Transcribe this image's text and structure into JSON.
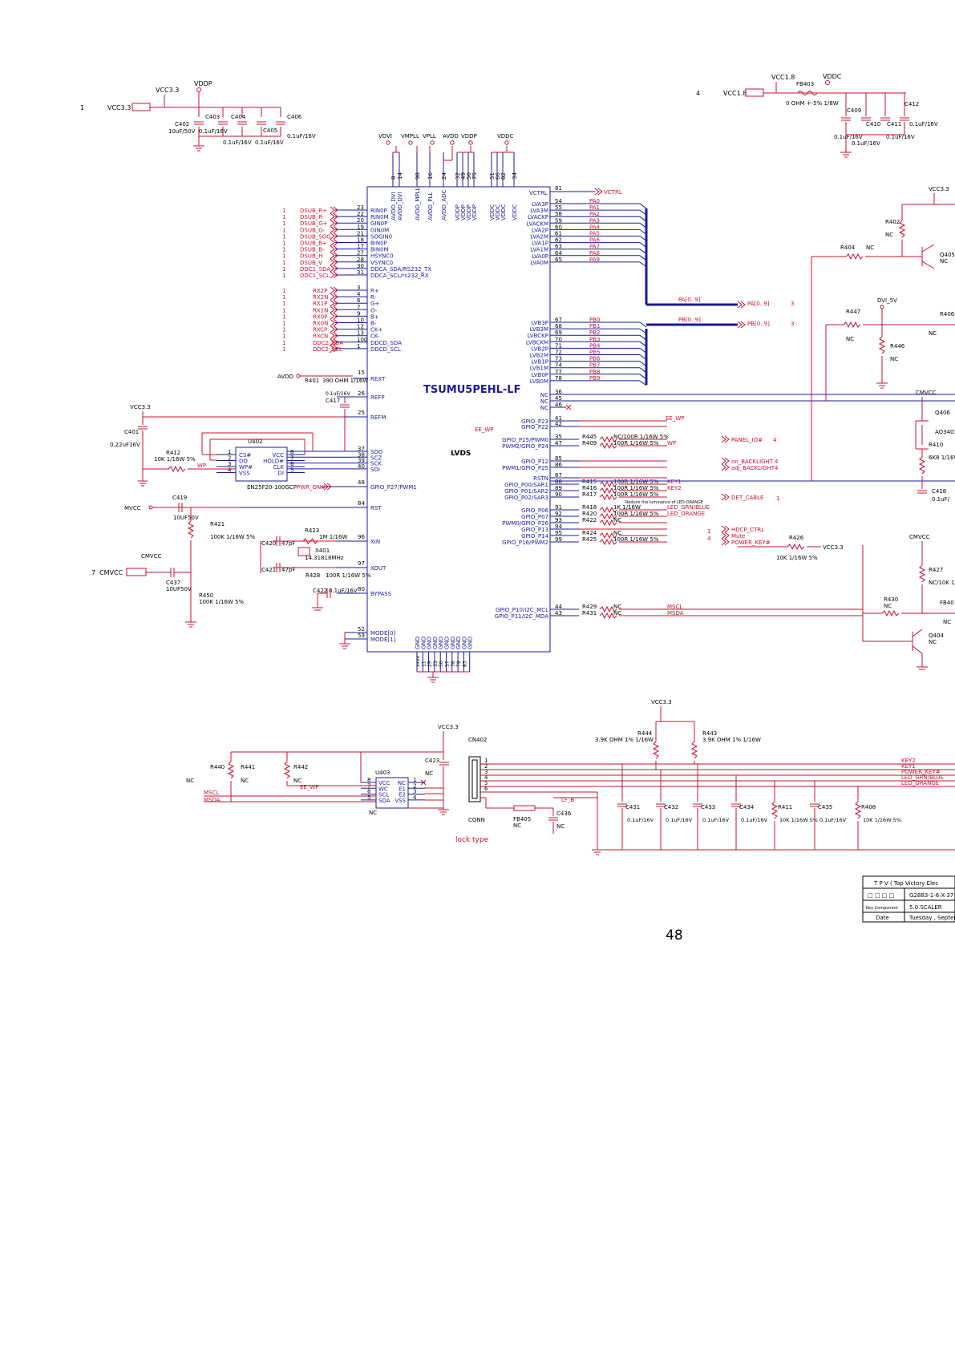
{
  "chip": {
    "name": "TSUMU5PEHL-LF",
    "lvds": "LVDS",
    "left_pins": [
      {
        "num": "23",
        "label": "RIN0P",
        "net": "DSUB_R+"
      },
      {
        "num": "22",
        "label": "RIN0M",
        "net": "DSUB_R-"
      },
      {
        "num": "20",
        "label": "GIN0P",
        "net": "DSUB_G+"
      },
      {
        "num": "19",
        "label": "GIN0M",
        "net": "DSUB_G-"
      },
      {
        "num": "21",
        "label": "SOGIN0",
        "net": "DSUB_SOG"
      },
      {
        "num": "18",
        "label": "BIN0P",
        "net": "DSUB_B+"
      },
      {
        "num": "17",
        "label": "BIN0M",
        "net": "DSUB_B-"
      },
      {
        "num": "27",
        "label": "HSYNC0",
        "net": "DSUB_H"
      },
      {
        "num": "28",
        "label": "VSYNC0",
        "net": "DSUB_V"
      },
      {
        "num": "30",
        "label": "DDCA_SDA/RS232_TX",
        "net": "DDC1_SDA"
      },
      {
        "num": "31",
        "label": "DDCA_SCL/rs232_RX",
        "net": "DDC1_SCL"
      },
      {
        "num": "3",
        "label": "R+",
        "net": "RX2P"
      },
      {
        "num": "4",
        "label": "R-",
        "net": "RX2N"
      },
      {
        "num": "6",
        "label": "G+",
        "net": "RX1P"
      },
      {
        "num": "7",
        "label": "G-",
        "net": "RX1N"
      },
      {
        "num": "9",
        "label": "B+",
        "net": "RX0P"
      },
      {
        "num": "10",
        "label": "B-",
        "net": "RX0N"
      },
      {
        "num": "12",
        "label": "CK+",
        "net": "RXCP"
      },
      {
        "num": "13",
        "label": "CK-",
        "net": "RXCN"
      },
      {
        "num": "100",
        "label": "DDCD_SDA",
        "net": "DDC2_SDA"
      },
      {
        "num": "1",
        "label": "DDCD_SCL",
        "net": "DDC2_SCL"
      }
    ],
    "rext": {
      "num": "15",
      "label": "REXT",
      "net": "AVDD",
      "res": "R401",
      "val": "390 OHM 1/16W"
    },
    "refp": {
      "num": "26",
      "label": "REFP",
      "cap": "C417",
      "val": "0.1uF/16V"
    },
    "refm": {
      "num": "25",
      "label": "REFM"
    },
    "spi_pins": [
      {
        "num": "37",
        "label": "SDO"
      },
      {
        "num": "38",
        "label": "SCZ"
      },
      {
        "num": "39",
        "label": "SCK"
      },
      {
        "num": "40",
        "label": "SDI"
      }
    ],
    "gpio27": {
      "num": "48",
      "label": "GPIO_P27/PWM1",
      "net": "PWR_ON#"
    },
    "rst": {
      "num": "84",
      "label": "RST"
    },
    "xin": {
      "num": "96",
      "label": "XIN"
    },
    "xout": {
      "num": "97",
      "label": "XOUT"
    },
    "bypass": {
      "num": "80",
      "label": "BYPASS"
    },
    "mode": [
      {
        "num": "52",
        "label": "MODE[0]"
      },
      {
        "num": "53",
        "label": "MODE[1]"
      }
    ],
    "top_pins": [
      {
        "num": "8",
        "label": "AVDD_DVI"
      },
      {
        "num": "14",
        "label": "AVDD_DVI"
      },
      {
        "num": "98",
        "label": "AVDD_MPLL"
      },
      {
        "num": "16",
        "label": "AVDD_PLL"
      },
      {
        "num": "24",
        "label": "AVDD_ADC"
      },
      {
        "num": "32",
        "label": "VDDP"
      },
      {
        "num": "49",
        "label": "VDDP"
      },
      {
        "num": "56",
        "label": "VDDP"
      },
      {
        "num": "75",
        "label": "VDDP"
      },
      {
        "num": "51",
        "label": "VDDC"
      },
      {
        "num": "66",
        "label": "VDDC"
      },
      {
        "num": "82",
        "label": "VDDC"
      },
      {
        "num": "34",
        "label": "VDDC"
      }
    ],
    "top_rails": [
      "VDVI",
      "VMPLL",
      "VPLL",
      "AVDD",
      "VDDP",
      "VDDC"
    ],
    "gnd_pins": [
      "GND",
      "GND",
      "GND",
      "GND",
      "GND",
      "GND",
      "GND",
      "GND",
      "GND",
      "GND"
    ],
    "gnd_nums": [
      "xxxx",
      "11",
      "29",
      "33",
      "50",
      "57",
      "76",
      "79",
      "83"
    ],
    "vctrl": {
      "num": "81",
      "label": "VCTRL",
      "net": "VCTRL"
    },
    "lva_pins": [
      {
        "num": "54",
        "label": "LVA3P",
        "net": "PA0"
      },
      {
        "num": "55",
        "label": "LVA3M",
        "net": "PA1"
      },
      {
        "num": "58",
        "label": "LVACKP",
        "net": "PA2"
      },
      {
        "num": "59",
        "label": "LVACKM",
        "net": "PA3"
      },
      {
        "num": "60",
        "label": "LVA2P",
        "net": "PA4"
      },
      {
        "num": "61",
        "label": "LVA2M",
        "net": "PA5"
      },
      {
        "num": "62",
        "label": "LVA1P",
        "net": "PA6"
      },
      {
        "num": "63",
        "label": "LVA1M",
        "net": "PA7"
      },
      {
        "num": "64",
        "label": "LVA0P",
        "net": "PA8"
      },
      {
        "num": "65",
        "label": "LVA0M",
        "net": "PA9"
      }
    ],
    "lvb_pins": [
      {
        "num": "67",
        "label": "LVB3P",
        "net": "PB0"
      },
      {
        "num": "68",
        "label": "LVB3M",
        "net": "PB1"
      },
      {
        "num": "69",
        "label": "LVBCKP",
        "net": "PB2"
      },
      {
        "num": "70",
        "label": "LVBCKM",
        "net": "PB3"
      },
      {
        "num": "71",
        "label": "LVB2P",
        "net": "PB4"
      },
      {
        "num": "72",
        "label": "LVB2M",
        "net": "PB5"
      },
      {
        "num": "73",
        "label": "LVB1P",
        "net": "PB6"
      },
      {
        "num": "74",
        "label": "LVB1M",
        "net": "PB7"
      },
      {
        "num": "77",
        "label": "LVB0P",
        "net": "PB8"
      },
      {
        "num": "78",
        "label": "LVB0M",
        "net": "PB9"
      }
    ],
    "nc_pins": [
      {
        "num": "36",
        "label": "NC"
      },
      {
        "num": "45",
        "label": "NC"
      },
      {
        "num": "46",
        "label": "NC"
      }
    ],
    "gpio_right": [
      {
        "num": "41",
        "label": "GPIO_P23",
        "net": "EE_WP",
        "res": "",
        "val": ""
      },
      {
        "num": "42",
        "label": "GPIO_P22",
        "net": "",
        "res": "",
        "val": ""
      },
      {
        "num": "35",
        "label": "GPIO_P15/PWM0",
        "net": "",
        "res": "R445",
        "val": "NC/100R 1/16W 5%"
      },
      {
        "num": "47",
        "label": "PWM2/GPIO_P24",
        "net": "WP",
        "res": "R409",
        "val": "100R 1/16W 5%"
      },
      {
        "num": "85",
        "label": "GPIO_P12",
        "net": "on_BACKLIGHT",
        "res": "",
        "val": ""
      },
      {
        "num": "86",
        "label": "PWM1/GPIO_P25",
        "net": "adj_BACKLIGHT",
        "res": "",
        "val": ""
      },
      {
        "num": "87",
        "label": "RSTN",
        "net": "",
        "res": "",
        "val": ""
      },
      {
        "num": "88",
        "label": "GPIO_P00/SAR1",
        "net": "KEY1",
        "res": "R415",
        "val": "100R 1/16W 5%"
      },
      {
        "num": "89",
        "label": "GPIO_P01/SAR2",
        "net": "KEY2",
        "res": "R416",
        "val": "100R 1/16W 5%"
      },
      {
        "num": "90",
        "label": "GPIO_P02/SAR3",
        "net": "DET_CABLE",
        "res": "R417",
        "val": "100R 1/16W 5%"
      },
      {
        "num": "91",
        "label": "GPIO_P06",
        "net": "LED_GRN/BLUE",
        "res": "R418",
        "val": "1K 1/16W"
      },
      {
        "num": "92",
        "label": "GPIO_P07",
        "net": "LED_ORANGE",
        "res": "R420",
        "val": "100R 1/16W 5%"
      },
      {
        "num": "93",
        "label": "PWM0/GPIO_P26",
        "net": "",
        "res": "R422",
        "val": "NC"
      },
      {
        "num": "94",
        "label": "GPIO_P13",
        "net": "HDCP_CTRL",
        "res": "",
        "val": ""
      },
      {
        "num": "95",
        "label": "GPIO_P14",
        "net": "Mute",
        "res": "R424",
        "val": "NC"
      },
      {
        "num": "99",
        "label": "GPIO_P16/PWM2",
        "net": "POWER_KEY#",
        "res": "R425",
        "val": "100R 1/16W 5%"
      },
      {
        "num": "44",
        "label": "GPIO_P10/I2C_MCL",
        "net": "MSCL",
        "res": "R429",
        "val": "NC"
      },
      {
        "num": "43",
        "label": "GPIO_P11/I2C_MDA",
        "net": "MSDA",
        "res": "R431",
        "val": "NC"
      }
    ],
    "reduce_note": "Reduce the luminance of LED-ORANGE",
    "ee_wp": "EE_WP",
    "panel_io": "PANEL_IO#",
    "page_refs": [
      "4",
      "4",
      "4",
      "1",
      "1",
      "4"
    ]
  },
  "bus": {
    "pa": "PA[0..9]",
    "pb": "PB[0..9]",
    "pa_out": "PA[0..9]",
    "pb_out": "PB[0..9]",
    "pa_ref": "3",
    "pb_ref": "3"
  },
  "power_left": {
    "page_ref": "1",
    "vcc33": "VCC3.3",
    "vddp": "VDDP",
    "c402": "C402",
    "c402_val": "10uF/50V",
    "c403": "C403",
    "c403_val": "0.1uF/16V",
    "c404": "C404",
    "c404_val": "0.1uF/16V",
    "c405": "C405",
    "c405_val": "0.1uF/16V",
    "c406": "C406",
    "c406_val": "0.1uF/16V"
  },
  "power_right": {
    "page_ref": "4",
    "vcc18": "VCC1.8",
    "vcc18b": "VCC1.8",
    "vddc": "VDDC",
    "fb403": "FB403",
    "fb403_val": "0 OHM +-5% 1/8W",
    "c409": "C409",
    "c410": "C410",
    "c411": "C411",
    "c412": "C412",
    "c412_val": "0.1uF/16V",
    "c409_val": "0.1uF/16V",
    "c410_val": "0.1uF/16V",
    "c411_val": "0.1uF/16V"
  },
  "flash": {
    "ref": "U402",
    "part": "EN25F20-100GCP",
    "pins": [
      {
        "n": "1",
        "l": "CS#"
      },
      {
        "n": "2",
        "l": "DO"
      },
      {
        "n": "3",
        "l": "WP#"
      },
      {
        "n": "4",
        "l": "VSS"
      }
    ],
    "pins_r": [
      {
        "n": "8",
        "l": "VCC"
      },
      {
        "n": "7",
        "l": "HOLD#"
      },
      {
        "n": "6",
        "l": "CLK"
      },
      {
        "n": "5",
        "l": "DI"
      }
    ],
    "vcc": "VCC3.3",
    "c401": "C401",
    "c401_val": "0.22uF16V",
    "r412": "R412",
    "r412_val": "10K 1/16W 5%",
    "wp": "WP"
  },
  "reset": {
    "mvcc": "MVCC",
    "c419": "C419",
    "c419_val": "10UF50V",
    "r421": "R421",
    "r421_val": "100K 1/16W 5%",
    "cmvcc": "CMVCC",
    "page_ref": "7",
    "cmvcc2": "CMVCC",
    "c437": "C437",
    "c437_val": "10UF50V",
    "r450": "R450",
    "r450_val": "100K 1/16W 5%"
  },
  "crystal": {
    "r423": "R423",
    "r423_val": "1M 1/16W",
    "c420": "C420",
    "c420_val": "47pF",
    "c421": "C421",
    "c421_val": "47pF",
    "x401": "X401",
    "x401_val": "14.31818MHz",
    "r428": "R428",
    "r428_val": "100R 1/16W 5%",
    "c422": "C422",
    "c422_val": "0.1uF/16V"
  },
  "right_circuits": {
    "vcc33": "VCC3.3",
    "r402": "R402",
    "r402_val": "NC",
    "r404": "R404",
    "r404_val": "NC",
    "q405": "Q405",
    "q405_val": "NC",
    "dvi5v": "DVI_5V",
    "r447": "R447",
    "r447_val": "NC",
    "r446": "R446",
    "r446_val": "NC",
    "r406": "R406",
    "r406_val": "NC",
    "cmvcc": "CMVCC",
    "q406": "Q406",
    "q406_val": "AO3401",
    "r410": "R410",
    "r410_val": "6K8 1/16W",
    "c418": "C418",
    "c418_val": "0.1uF/",
    "r426": "R426",
    "r426_val": "10K 1/16W 5%",
    "r426_net": "VCC3.3",
    "cmvcc2": "CMVCC",
    "r427": "R427",
    "r427_val": "NC/10K 1/",
    "r430": "R430",
    "r430_val": "NC",
    "fb40x": "FB40",
    "fb40x_val": "NC",
    "q404": "Q404",
    "q404_val": "NC"
  },
  "eeprom": {
    "vcc": "VCC3.3",
    "ref": "U403",
    "pins_l": [
      {
        "n": "8",
        "l": "VCC"
      },
      {
        "n": "7",
        "l": "WC"
      },
      {
        "n": "6",
        "l": "SCL"
      },
      {
        "n": "5",
        "l": "SDA"
      }
    ],
    "pins_r": [
      {
        "n": "1",
        "l": "NC"
      },
      {
        "n": "2",
        "l": "E1"
      },
      {
        "n": "3",
        "l": "E2"
      },
      {
        "n": "4",
        "l": "VSS"
      }
    ],
    "nc_bottom": "NC",
    "c423": "C423",
    "c423_val": "NC",
    "r440": "R440",
    "r440_val": "NC",
    "r441": "R441",
    "r441_val": "NC",
    "r442": "R442",
    "r442_val": "NC",
    "ee_wp": "EE_WP",
    "mscl": "MSCL",
    "msda": "MSDA"
  },
  "connector": {
    "ref": "CN402",
    "type": "CONN",
    "pins": [
      "1",
      "2",
      "3",
      "4",
      "5",
      "6"
    ],
    "lock": "lock type",
    "vcc": "VCC3.3",
    "r444": "R444",
    "r444_val": "3.9K OHM 1% 1/16W",
    "r443": "R443",
    "r443_val": "3.9K OHM 1% 1/16W",
    "fb405": "FB405",
    "fb405_val": "NC",
    "c436": "C436",
    "c436_val": "NC",
    "lfb": "LF_B",
    "caps": [
      {
        "ref": "C431",
        "val": "0.1uF/16V"
      },
      {
        "ref": "C432",
        "val": "0.1uF/16V"
      },
      {
        "ref": "C433",
        "val": "0.1uF/16V"
      },
      {
        "ref": "C434",
        "val": "0.1uF/16V"
      },
      {
        "ref": "R411",
        "val": "10K 1/16W 5%"
      },
      {
        "ref": "C435",
        "val": "0.1uF/16V"
      },
      {
        "ref": "R408",
        "val": "10K 1/16W 5%"
      }
    ],
    "nets": [
      "KEY2",
      "KEY1",
      "POWER_KEY#",
      "LED_GRN/BLUE",
      "LED_ORANGE"
    ]
  },
  "title_block": {
    "company": "T P V  ( Top  Victory  Elec",
    "row1_label": "□ □ □ □",
    "row1_val": "G2883-1-6-X-37-0",
    "row2_label": "Key Component",
    "row2_val": "5.0.SCALER",
    "row3_label": "Date",
    "row3_val": "Tuesday , Septem"
  },
  "page_number": "48"
}
